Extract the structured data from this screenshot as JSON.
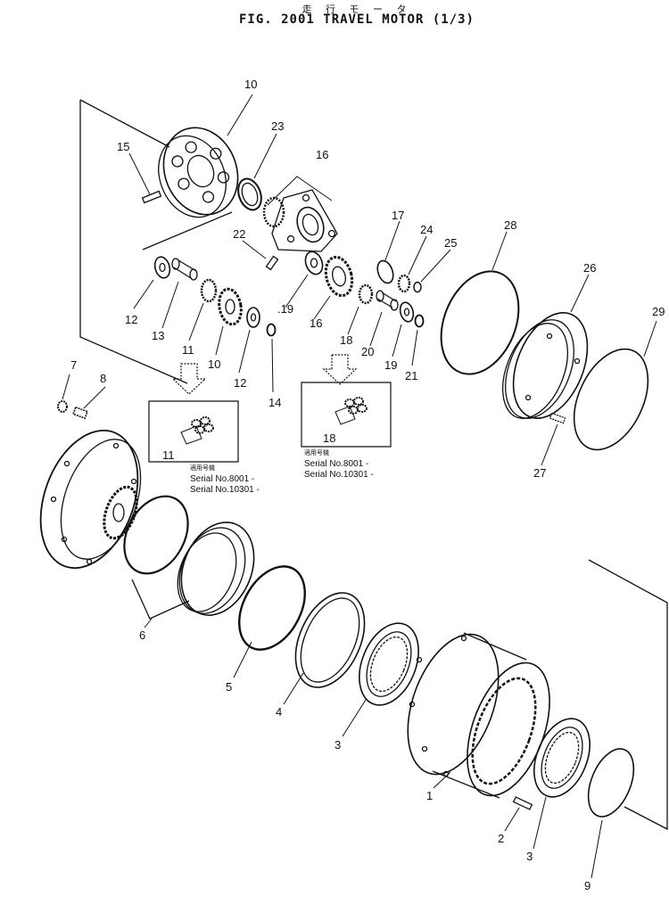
{
  "header": {
    "subtitle_jp": "走 行  モ ー タ",
    "title": "FIG. 2001   TRAVEL  MOTOR  (1/3)"
  },
  "callouts": {
    "p1": "1",
    "p2": "2",
    "p3a": "3",
    "p3b": "3",
    "p4": "4",
    "p5": "5",
    "p6": "6",
    "p7": "7",
    "p8": "8",
    "p9": "9",
    "p10a": "10",
    "p10b": "10",
    "p11": "11",
    "p12a": "12",
    "p12b": "12",
    "p13": "13",
    "p14": "14",
    "p15": "15",
    "p16a": "16",
    "p16b": "16",
    "p17": "17",
    "p18": "18",
    "p19a": ".19",
    "p19b": "19",
    "p20": "20",
    "p21": "21",
    "p22": "22",
    "p23": "23",
    "p24": "24",
    "p25": "25",
    "p26": "26",
    "p27": "27",
    "p28": "28",
    "p29": "29"
  },
  "inset_left": {
    "part": "11",
    "label_jp": "適用号機",
    "serial_1": "Serial No.8001 -",
    "serial_2": "Serial No.10301 -"
  },
  "inset_right": {
    "part": "18",
    "label_jp": "適用号機",
    "serial_1": "Serial No.8001 -",
    "serial_2": "Serial No.10301 -"
  }
}
